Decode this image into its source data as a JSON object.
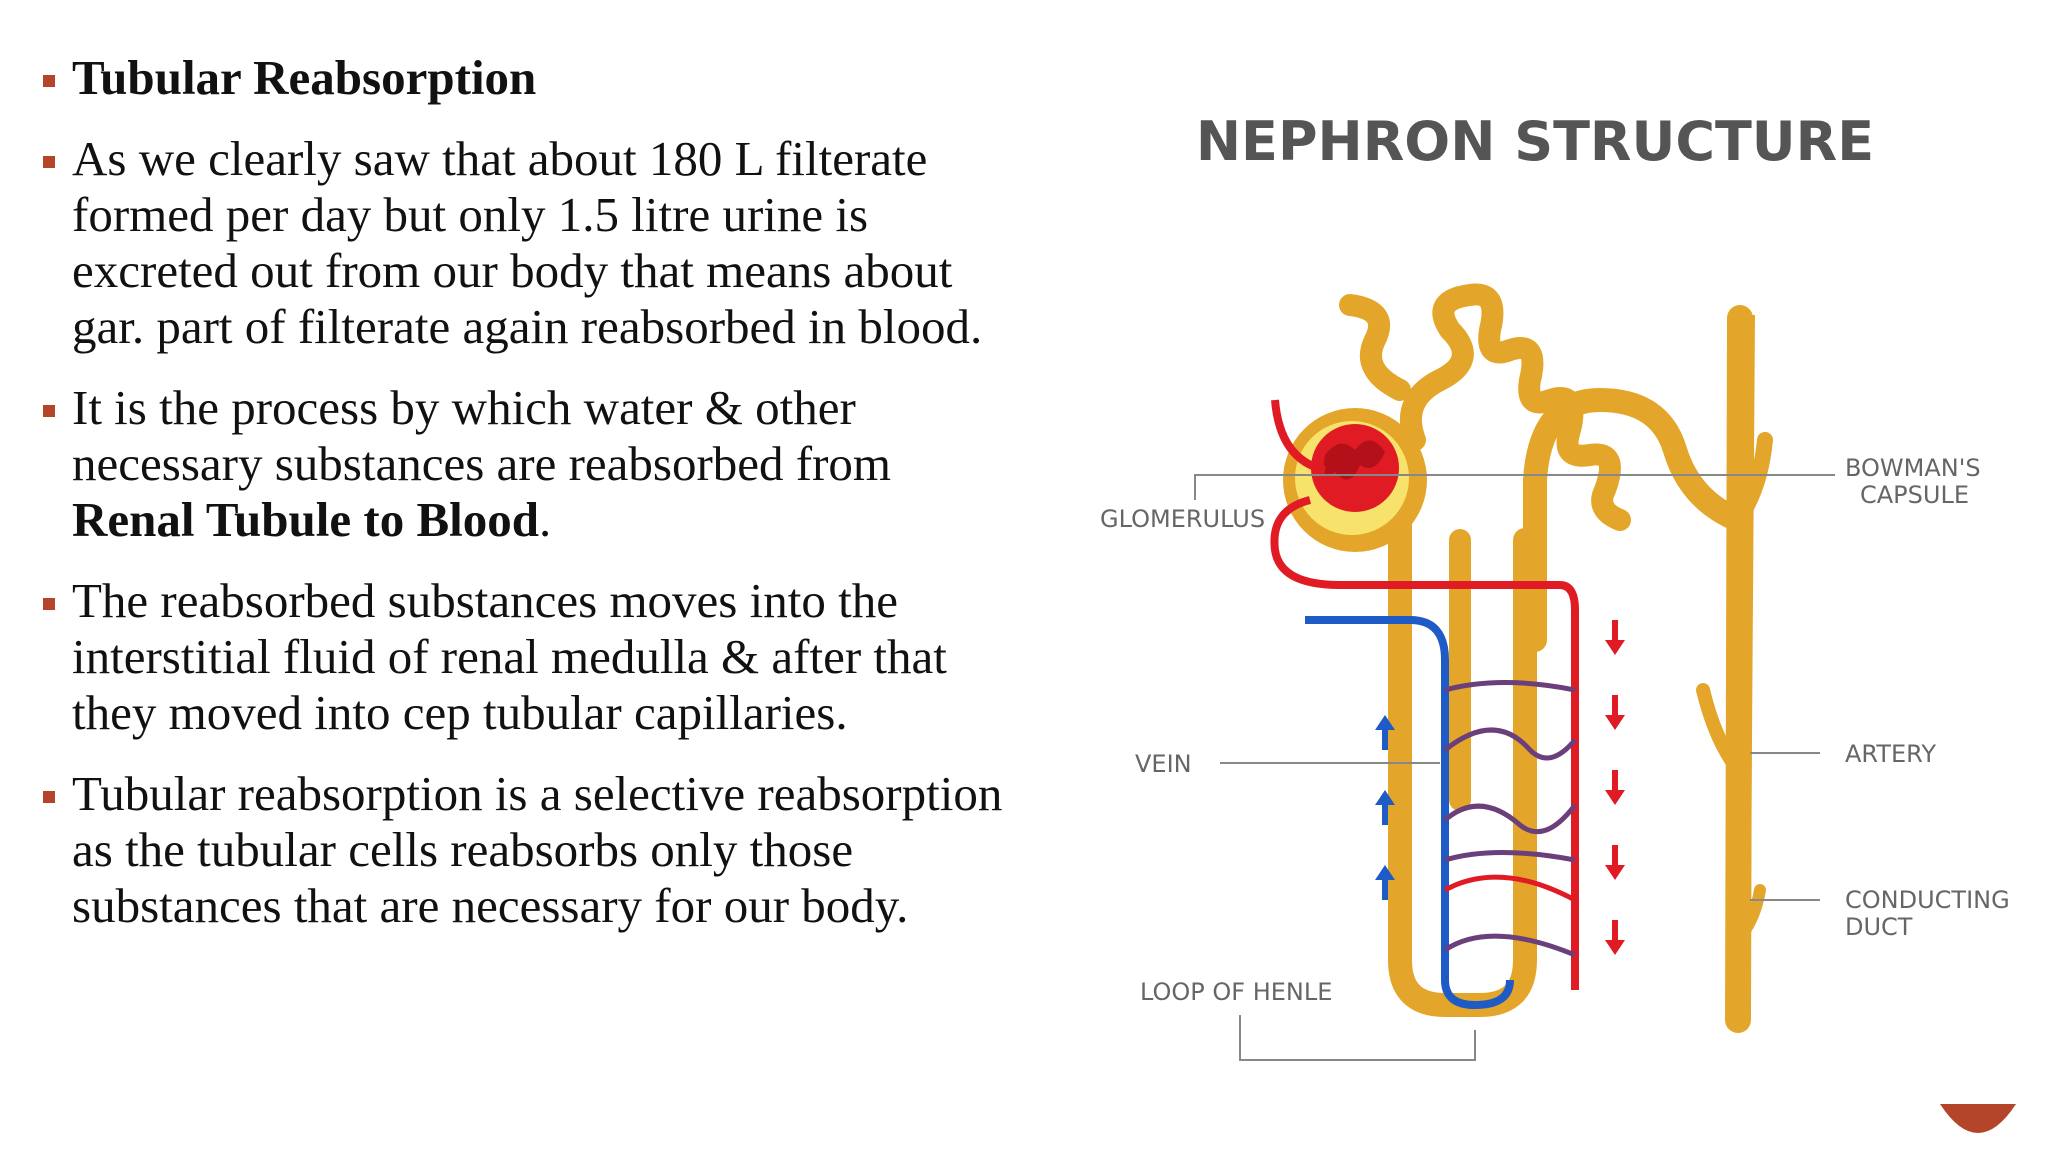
{
  "bullets": [
    {
      "title": "Tubular Reabsorption"
    },
    {
      "text": "As we clearly saw that about 180 L filterate formed per day but only 1.5 litre urine is excreted out from our body that means about gar. part of filterate again reabsorbed in blood."
    },
    {
      "pre": "It is the process by which water & other necessary substances are reabsorbed from ",
      "strong": "Renal Tubule to Blood",
      "post": "."
    },
    {
      "text": "The reabsorbed substances moves into the interstitial fluid of renal medulla & after that they moved into cep tubular capillaries."
    },
    {
      "text": "Tubular reabsorption is a selective reabsorption as the tubular cells reabsorbs only those substances that are necessary for our body."
    }
  ],
  "diagram": {
    "title": "NEPHRON  STRUCTURE",
    "labels": {
      "glomerulus": "GLOMERULUS",
      "bowmans_1": "BOWMAN'S",
      "bowmans_2": "CAPSULE",
      "vein": "VEIN",
      "artery": "ARTERY",
      "conducting_1": "CONDUCTING",
      "conducting_2": "DUCT",
      "loop": "LOOP OF HENLE"
    },
    "colors": {
      "tubule": "#e3a62b",
      "tubule_edge": "#c98d16",
      "artery_red": "#e01b24",
      "vein_blue": "#1f5bc6",
      "capillary_purple": "#6b3f7a",
      "capsule_yellow": "#f7e36b",
      "label_gray": "#666666",
      "title_gray": "#555555"
    }
  },
  "theme": {
    "bullet_color": "#b5452a",
    "corner_color": "#b5452a"
  }
}
